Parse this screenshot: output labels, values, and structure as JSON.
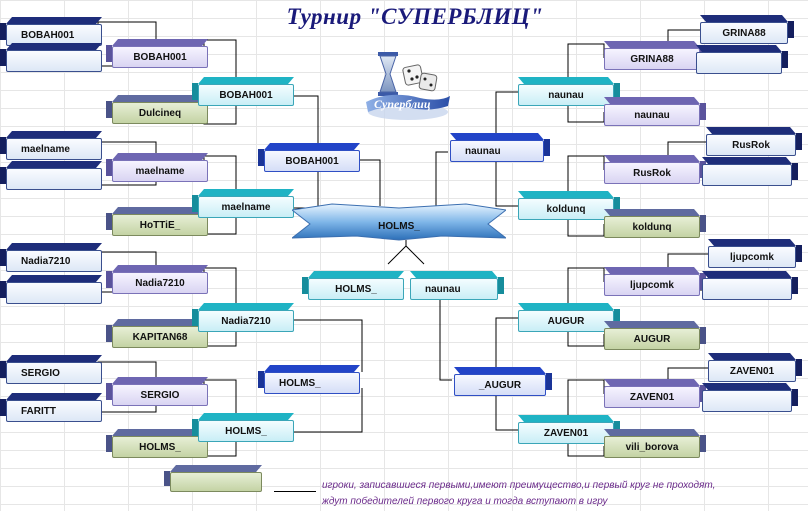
{
  "title": "Турнир \"СУПЕРБЛИЦ\"",
  "logo_text": "Суперблиц",
  "colors": {
    "title": "#1a1a7a",
    "footnote": "#6a2a8a"
  },
  "left": {
    "round1": [
      "BOBAH001",
      "",
      "maelname",
      "",
      "Nadia7210",
      "",
      "SERGIO",
      "FARITT"
    ],
    "round2": [
      "BOBAH001",
      "Dulcineq",
      "maelname",
      "HoTTiE_",
      "Nadia7210",
      "KAPITAN68",
      "SERGIO",
      "HOLMS_"
    ],
    "round3": [
      "BOBAH001",
      "maelname",
      "Nadia7210",
      "HOLMS_"
    ],
    "round4": [
      "BOBAH001",
      "HOLMS_"
    ],
    "semifinal": "HOLMS_"
  },
  "right": {
    "round1": [
      "GRINA88",
      "",
      "RusRok",
      "",
      "ljupcomk",
      "",
      "ZAVEN01",
      ""
    ],
    "round2": [
      "GRINA88",
      "naunau",
      "RusRok",
      "koldunq",
      "ljupcomk",
      "AUGUR",
      "ZAVEN01",
      "vili_borova"
    ],
    "round3": [
      "naunau",
      "koldunq",
      "AUGUR",
      "ZAVEN01"
    ],
    "round4": [
      "naunau",
      "_AUGUR"
    ],
    "semifinal": "naunau"
  },
  "final_winner": "HOLMS_",
  "extra_slot": "",
  "footnote": {
    "line1": "игроки, записавшиеся первыми,имеют преимущество,и первый круг не проходят,",
    "line2": "ждут победителей первого круга и тогда вступают в игру"
  }
}
